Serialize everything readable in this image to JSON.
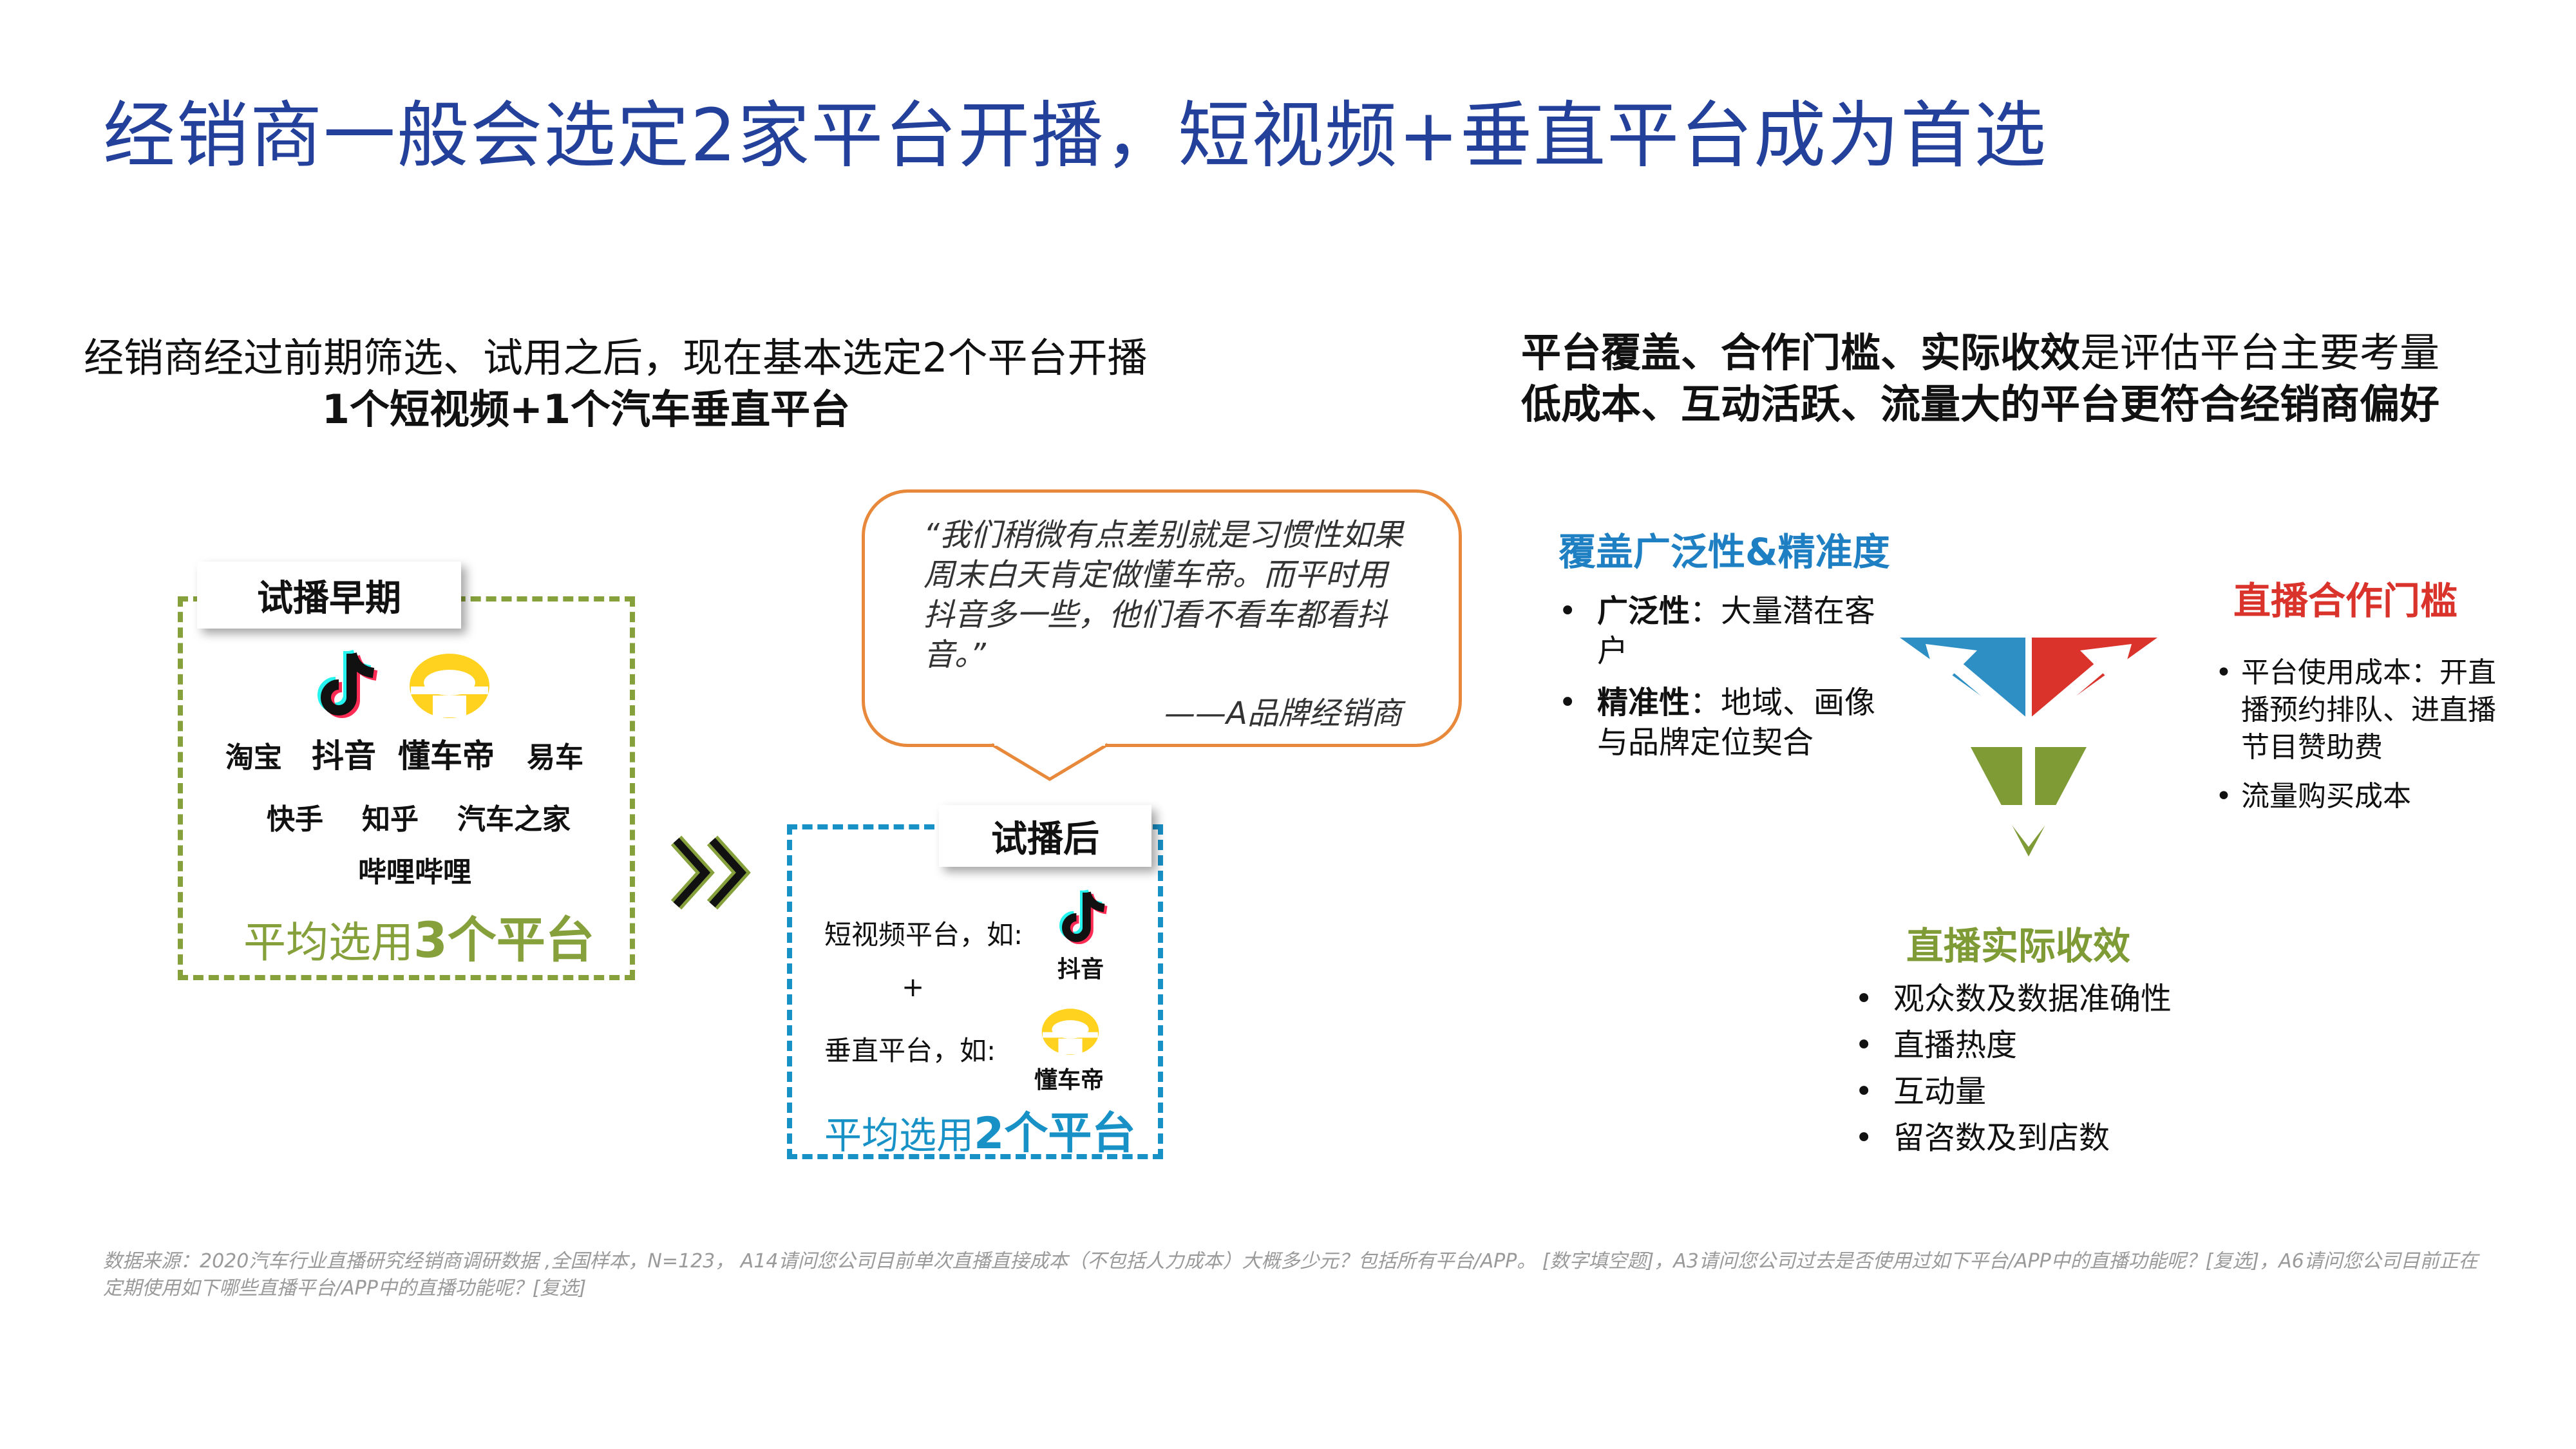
{
  "title": "经销商一般会选定2家平台开播，短视频+垂直平台成为首选",
  "left_heading": {
    "line1": "经销商经过前期筛选、试用之后，现在基本选定2个平台开播",
    "line2": "1个短视频+1个汽车垂直平台"
  },
  "right_heading": {
    "line1_bold": "平台覆盖、合作门槛、实际收效",
    "line1_normal": "是评估平台主要考量",
    "line2": "低成本、互动活跃、流量大的平台更符合经销商偏好"
  },
  "trial_early": {
    "tab": "试播早期",
    "platforms_row1": [
      "淘宝",
      "抖音",
      "懂车帝",
      "易车"
    ],
    "platforms_row2": [
      "快手",
      "知乎",
      "汽车之家"
    ],
    "platforms_row3": [
      "哔哩哔哩"
    ],
    "summary_prefix": "平均选用",
    "summary_number": "3个平台"
  },
  "trial_after": {
    "tab": "试播后",
    "short_video_label": "短视频平台，如:",
    "short_video_logo": "抖音",
    "plus": "+",
    "vertical_label": "垂直平台，如:",
    "vertical_logo": "懂车帝",
    "summary_prefix": "平均选用",
    "summary_number": "2个平台"
  },
  "quote": {
    "text": "“我们稍微有点差别就是习惯性如果周末白天肯定做懂车帝。而平时用抖音多一些，他们看不看车都看抖音。”",
    "source": "——A品牌经销商"
  },
  "coverage": {
    "heading": "覆盖广泛性&精准度",
    "items": [
      {
        "bold": "广泛性",
        "text": "：大量潜在客户"
      },
      {
        "bold": "精准性",
        "text": "：地域、画像与品牌定位契合"
      }
    ]
  },
  "threshold": {
    "heading": "直播合作门槛",
    "items": [
      "平台使用成本：开直播预约排队、进直播节目赞助费",
      "流量购买成本"
    ]
  },
  "effect": {
    "heading": "直播实际收效",
    "items": [
      "观众数及数据准确性",
      "直播热度",
      "互动量",
      "留咨数及到店数"
    ]
  },
  "footnote": "数据来源：2020汽车行业直播研究经销商调研数据 ,全国样本，N=123，  A14请问您公司目前单次直播直接成本（不包括人力成本）大概多少元？包括所有平台/APP。 [数字填空题]，A3请问您公司过去是否使用过如下平台/APP中的直播功能呢？[复选]，A6请问您公司目前正在定期使用如下哪些直播平台/APP中的直播功能呢？[复选]",
  "colors": {
    "title_blue": "#23409a",
    "green": "#86a03c",
    "blue": "#1891c6",
    "orange": "#e8883a",
    "red": "#d9332b"
  },
  "icons": [
    "douyin-logo-icon",
    "dongchedi-logo-icon",
    "double-chevron-right-icon",
    "triangle-arrows-icon"
  ]
}
